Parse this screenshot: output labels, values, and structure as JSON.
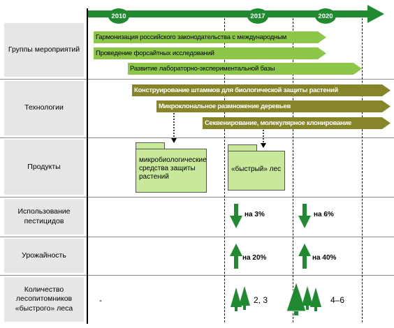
{
  "timeline": {
    "years": [
      "2010",
      "2017",
      "2020"
    ]
  },
  "rows": [
    {
      "label": "Группы мероприятий"
    },
    {
      "label": "Технологии"
    },
    {
      "label": "Продукты"
    },
    {
      "label": "Использование пестицидов"
    },
    {
      "label": "Урожайность"
    },
    {
      "label": "Количество лесопитомников «быстрого» леса"
    }
  ],
  "activities": [
    "Гармонизация российского законодательства с международным",
    "Проведение форсайтных исследований",
    "Развитие лабораторно-экспериментальной базы"
  ],
  "technologies": [
    "Конструирование штаммов для биологической защиты растений",
    "Микроклональное размножение деревьев",
    "Секвенирование, молекулярное клонирование"
  ],
  "products": [
    "микробиологические средства защиты растений",
    "«быстрый» лес"
  ],
  "pesticides": [
    "на 3%",
    "на 6%"
  ],
  "yield": [
    "на 20%",
    "на 40%"
  ],
  "nurseries": [
    "-",
    "2, 3",
    "4–6"
  ],
  "colors": {
    "timeline_arrow": "#1f8a2f",
    "light_bar": "#8dc74a",
    "olive_bar": "#86852a",
    "folder": "#c8e89a",
    "arrow": "#1f8a2f",
    "tree": "#1f8a2f",
    "row_label_bg": "#e6e6e6"
  }
}
